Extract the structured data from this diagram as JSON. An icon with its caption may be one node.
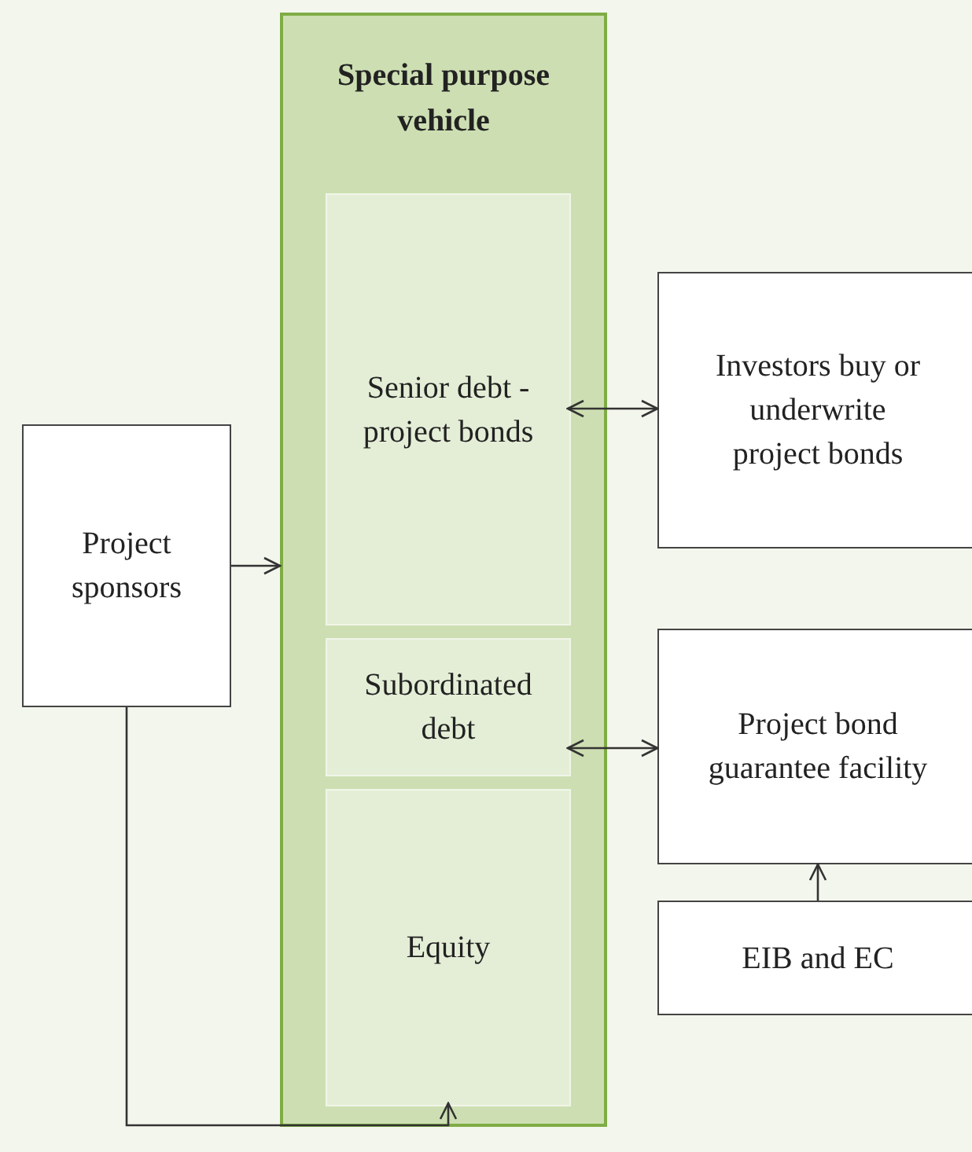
{
  "diagram": {
    "nodes": [
      {
        "text": [
          "Special purpose vehicle"
        ]
      },
      {
        "text": [
          "Senior debt - project bonds"
        ],
        "in": 0
      },
      {
        "text": [
          "Subordinated debt"
        ],
        "in": 0
      },
      {
        "text": [
          "Equity"
        ],
        "in": 0
      },
      {
        "text": [
          "Project sponsors"
        ]
      },
      {
        "text": [
          "Investors buy or underwrite project bonds"
        ]
      },
      {
        "text": [
          "Project bond guarantee facility"
        ]
      },
      {
        "text": [
          "EIB and EC"
        ]
      }
    ],
    "edges": [
      {
        "from": 4,
        "to": 0,
        "arrow": "to"
      },
      {
        "from": 1,
        "to": 5,
        "arrow": "both"
      },
      {
        "from": 2,
        "to": 6,
        "arrow": "both"
      },
      {
        "from": 7,
        "to": 6,
        "arrow": "to"
      },
      {
        "from": 4,
        "to": 3,
        "arrow": "to"
      }
    ]
  }
}
